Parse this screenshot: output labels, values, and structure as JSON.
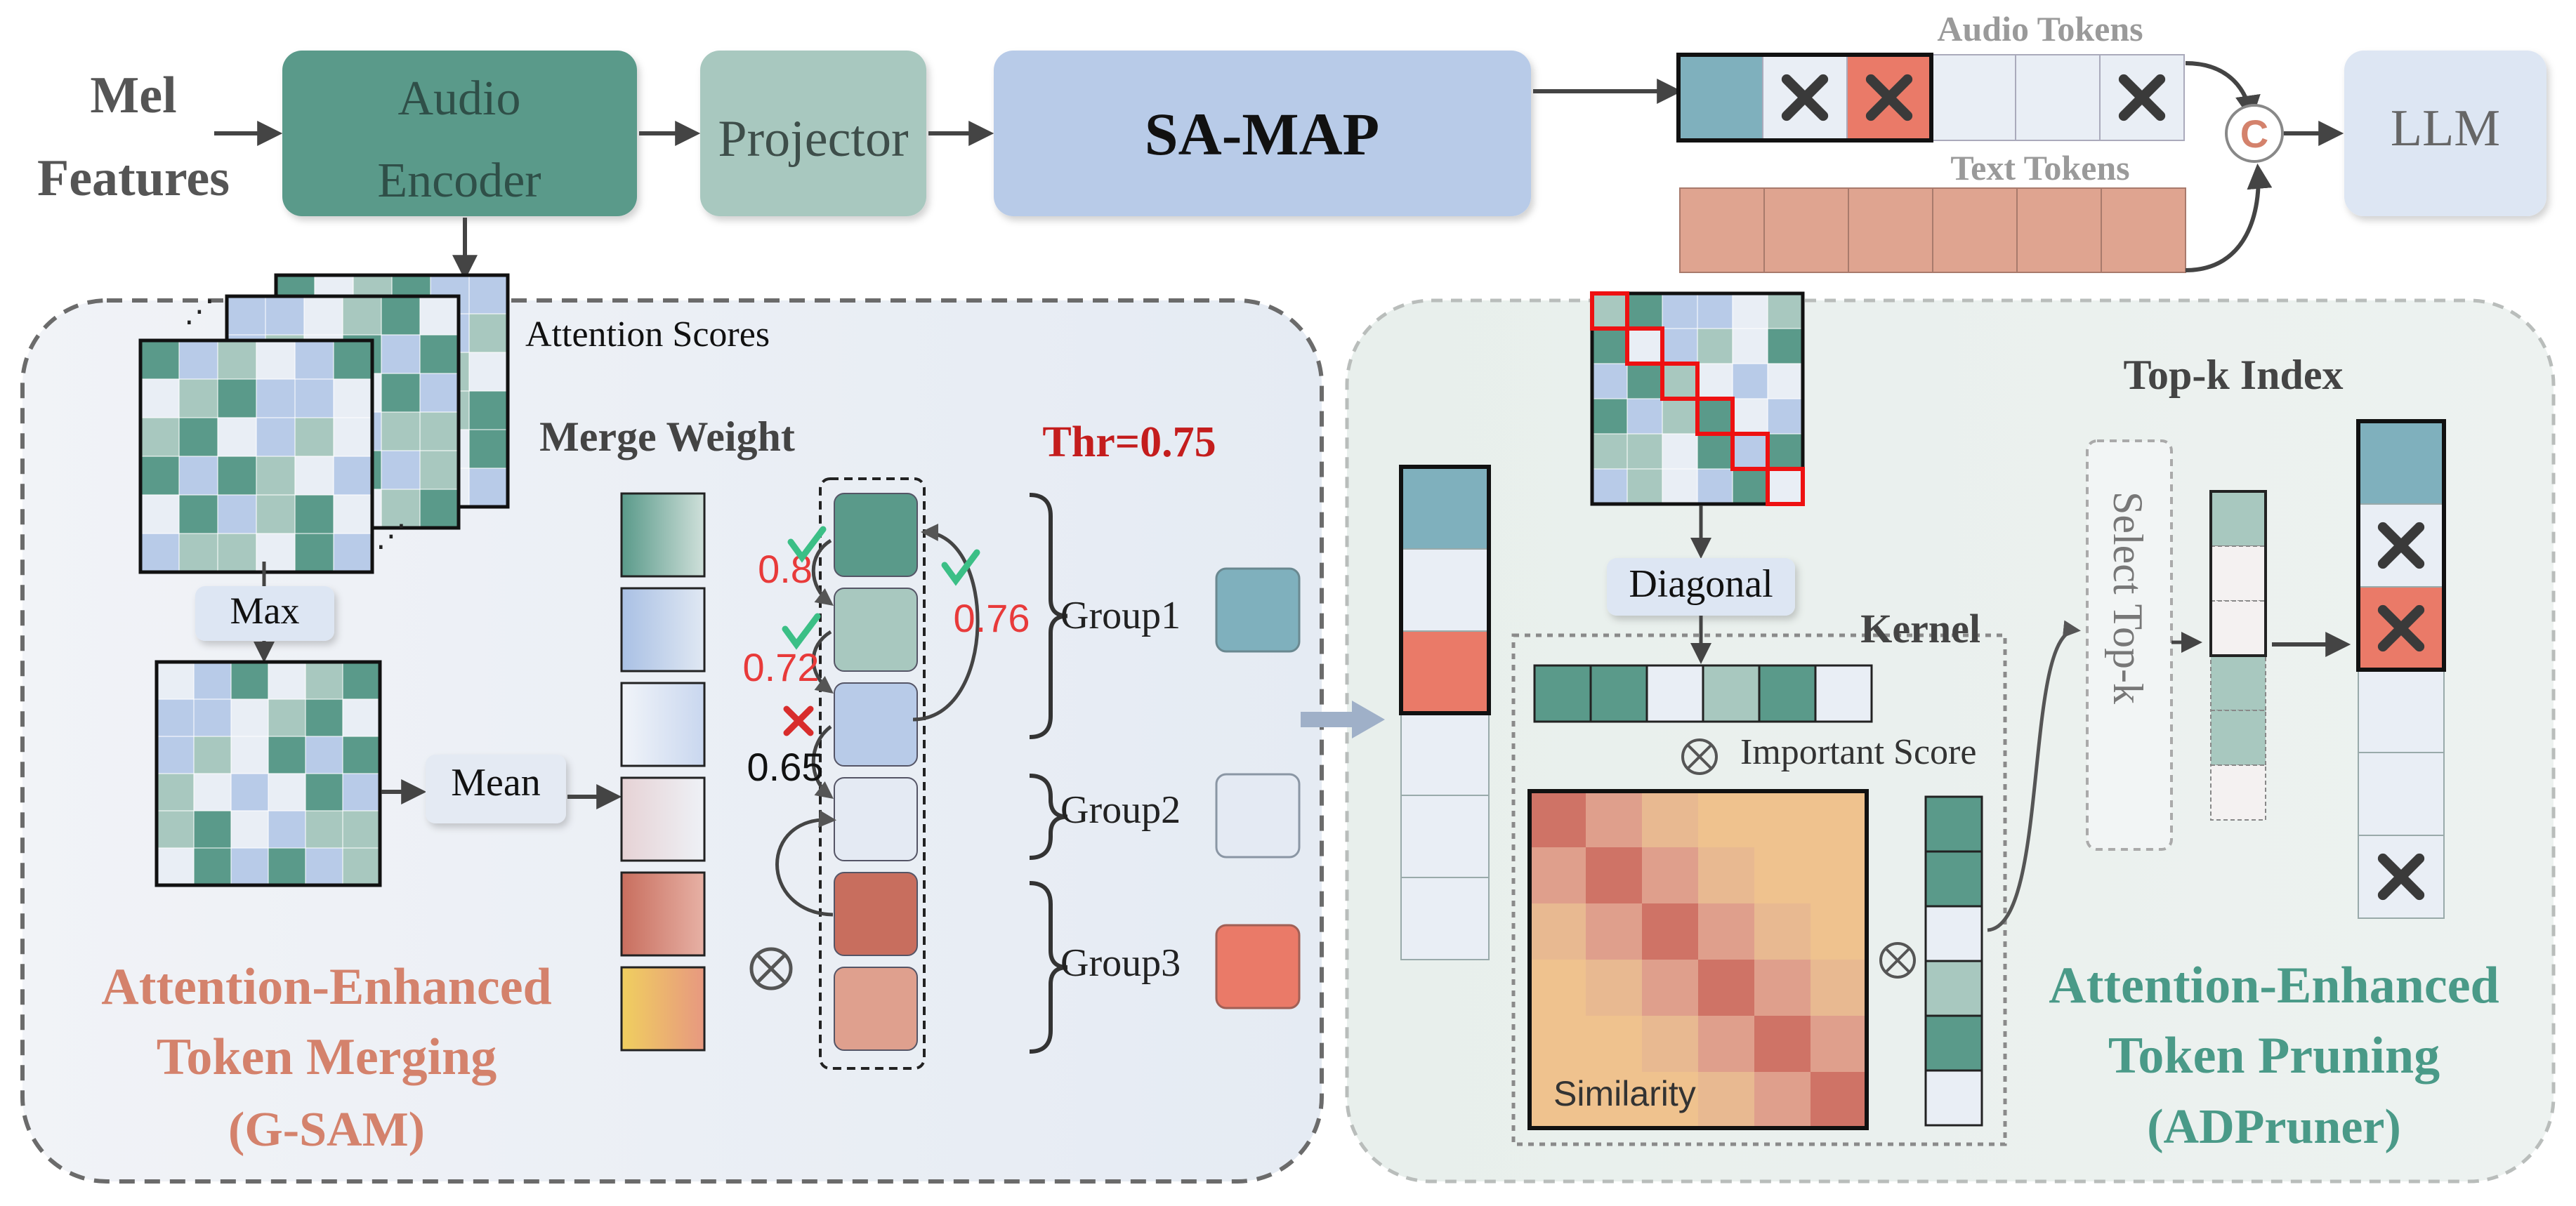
{
  "colors": {
    "teal": "#5a9a8a",
    "teal_light": "#a8c8bf",
    "blue": "#b8cbe8",
    "blue_pale": "#dde6f3",
    "white_cell": "#e9eef5",
    "salmon": "#d08070",
    "salmon_light": "#e2a595",
    "red_accent": "#ea7a68",
    "steel": "#7fb0bd",
    "orange": "#ecc08c",
    "label_red": "#c41d1d",
    "label_salmon": "#d4826c",
    "label_teal": "#4a9a88"
  },
  "top": {
    "input_line1": "Mel",
    "input_line2": "Features",
    "encoder_line1": "Audio",
    "encoder_line2": "Encoder",
    "projector": "Projector",
    "samap": "SA-MAP",
    "audio_tokens": "Audio Tokens",
    "text_tokens": "Text Tokens",
    "concat_symbol": "C",
    "llm": "LLM"
  },
  "left": {
    "attention_scores": "Attention Scores",
    "max": "Max",
    "mean": "Mean",
    "merge_weight": "Merge Weight",
    "threshold": "Thr=0.75",
    "scores": [
      "0.8",
      "0.72",
      "0.65",
      "0.76"
    ],
    "groups": [
      "Group1",
      "Group2",
      "Group3"
    ],
    "title_line1": "Attention-Enhanced",
    "title_line2": "Token Merging",
    "title_line3": "(G-SAM)"
  },
  "right": {
    "diagonal": "Diagonal",
    "kernel": "Kernel",
    "important_score": "Important Score",
    "similarity": "Similarity",
    "select_topk": "Select Top-k",
    "topk_index": "Top-k Index",
    "title_line1": "Attention-Enhanced",
    "title_line2": "Token Pruning",
    "title_line3": "(ADPruner)"
  },
  "icons": {
    "drop_mark": "x-mark-icon",
    "keep_mark": "check-icon",
    "reject_mark": "cross-icon",
    "multiply": "otimes-icon",
    "concat": "concat-icon"
  }
}
